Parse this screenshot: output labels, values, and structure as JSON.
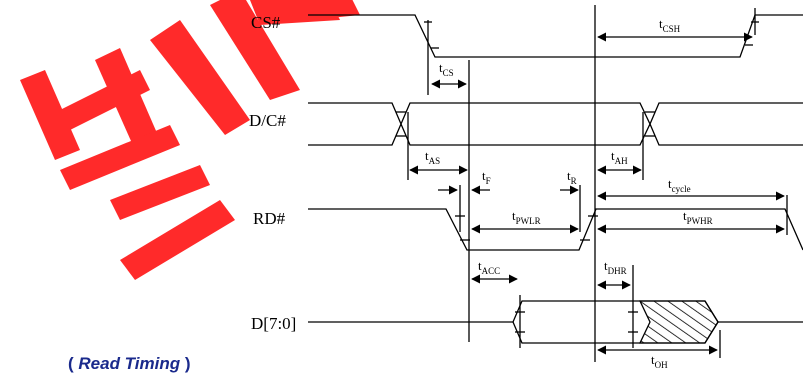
{
  "signals": [
    {
      "id": "cs",
      "label": "CS#"
    },
    {
      "id": "dc",
      "label": "D/C#"
    },
    {
      "id": "rd",
      "label": "RD#"
    },
    {
      "id": "data",
      "label": "D[7:0]"
    }
  ],
  "params": [
    {
      "id": "tcs",
      "main": "t",
      "sub": "CS"
    },
    {
      "id": "tcsh",
      "main": "t",
      "sub": "CSH"
    },
    {
      "id": "tas",
      "main": "t",
      "sub": "AS"
    },
    {
      "id": "tah",
      "main": "t",
      "sub": "AH"
    },
    {
      "id": "tf",
      "main": "t",
      "sub": "F"
    },
    {
      "id": "tr",
      "main": "t",
      "sub": "R"
    },
    {
      "id": "tcycle",
      "main": "t",
      "sub": "cycle"
    },
    {
      "id": "tpwlr",
      "main": "t",
      "sub": "PWLR"
    },
    {
      "id": "tpwhr",
      "main": "t",
      "sub": "PWHR"
    },
    {
      "id": "tacc",
      "main": "t",
      "sub": "ACC"
    },
    {
      "id": "tdhr",
      "main": "t",
      "sub": "DHR"
    },
    {
      "id": "toh",
      "main": "t",
      "sub": "OH"
    }
  ],
  "caption": {
    "open": "( ",
    "text": "Read Timing",
    "close": " )"
  },
  "watermark": "安信可",
  "colors": {
    "line": "#000000",
    "caption": "#1a2a8c",
    "watermark": "#ff2a2a"
  }
}
